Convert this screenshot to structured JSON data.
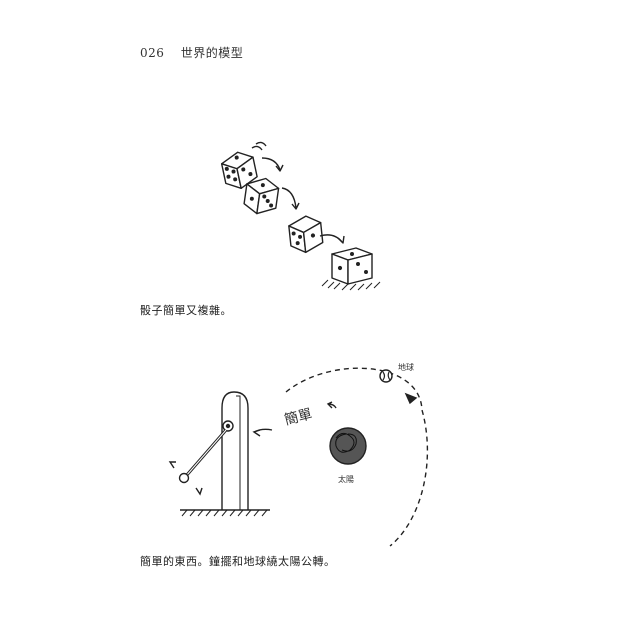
{
  "header": {
    "page_number": "026",
    "chapter_title": "世界的模型"
  },
  "figure1": {
    "caption": "骰子簡單又複雜。"
  },
  "figure2": {
    "caption": "簡單的東西。鐘擺和地球繞太陽公轉。",
    "label_earth": "地球",
    "label_sun": "太陽",
    "label_simple": "簡單"
  }
}
